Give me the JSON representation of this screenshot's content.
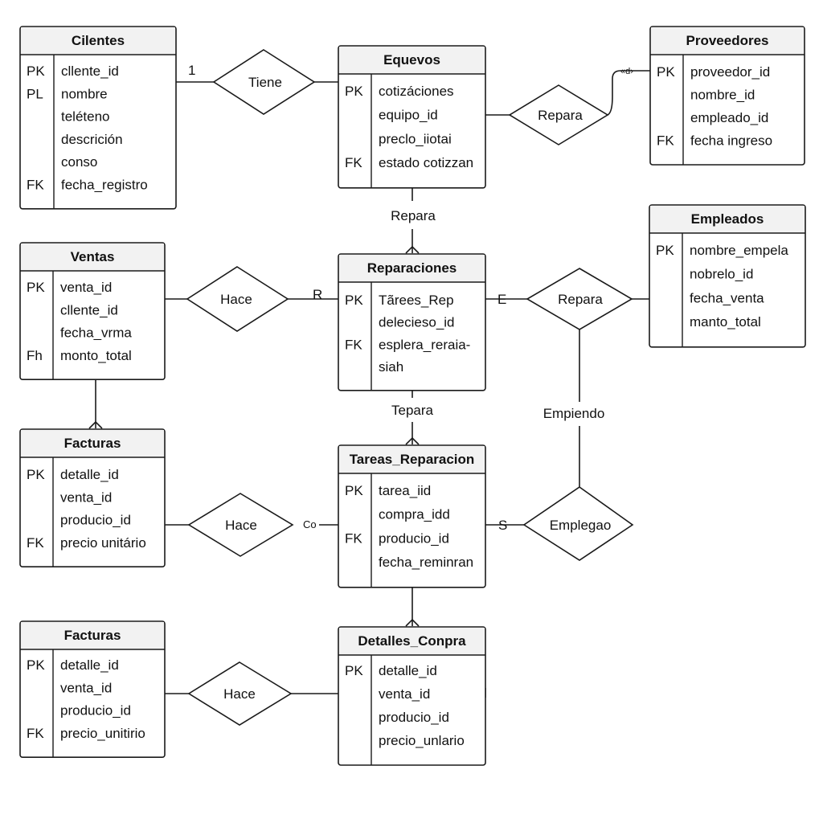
{
  "entities": [
    {
      "title": "Cilentes",
      "attrs": [
        {
          "key": "PK",
          "name": "cllente_id"
        },
        {
          "key": "PL",
          "name": "nombre"
        },
        {
          "key": "",
          "name": "teléteno"
        },
        {
          "key": "",
          "name": "descrición"
        },
        {
          "key": "",
          "name": "conso"
        },
        {
          "key": "FK",
          "name": "fecha_registro"
        }
      ]
    },
    {
      "title": "Equevos",
      "attrs": [
        {
          "key": "PK",
          "name": "cotizáciones"
        },
        {
          "key": "",
          "name": "equipo_id"
        },
        {
          "key": "",
          "name": "preclo_iiotai"
        },
        {
          "key": "FK",
          "name": "estado cotizzan"
        }
      ]
    },
    {
      "title": "Proveedores",
      "attrs": [
        {
          "key": "PK",
          "name": "proveedor_id"
        },
        {
          "key": "",
          "name": "nombre_id"
        },
        {
          "key": "",
          "name": "empleado_id"
        },
        {
          "key": "FK",
          "name": "fecha ingreso"
        }
      ]
    },
    {
      "title": "Empleados",
      "attrs": [
        {
          "key": "PK",
          "name": "nombre_empela"
        },
        {
          "key": "",
          "name": "nobrelo_id"
        },
        {
          "key": "",
          "name": "fecha_venta"
        },
        {
          "key": "",
          "name": "manto_total"
        }
      ]
    },
    {
      "title": "Ventas",
      "attrs": [
        {
          "key": "PK",
          "name": "venta_id"
        },
        {
          "key": "",
          "name": "cllente_id"
        },
        {
          "key": "",
          "name": "fecha_vrma"
        },
        {
          "key": "Fh",
          "name": "monto_total"
        }
      ]
    },
    {
      "title": "Reparaciones",
      "attrs": [
        {
          "key": "PK",
          "name": "Tãrees_Rep"
        },
        {
          "key": "",
          "name": "delecieso_id"
        },
        {
          "key": "FK",
          "name": "esplera_reraia-"
        },
        {
          "key": "",
          "name": "siah"
        }
      ]
    },
    {
      "title": "Facturas",
      "attrs": [
        {
          "key": "PK",
          "name": "detalle_id"
        },
        {
          "key": "",
          "name": "venta_id"
        },
        {
          "key": "",
          "name": "producio_id"
        },
        {
          "key": "FK",
          "name": "precio unitário"
        }
      ]
    },
    {
      "title": "Tareas_Reparacion",
      "attrs": [
        {
          "key": "PK",
          "name": "tarea_iid"
        },
        {
          "key": "",
          "name": "compra_idd"
        },
        {
          "key": "FK",
          "name": "producio_id"
        },
        {
          "key": "",
          "name": "fecha_reminran"
        }
      ]
    },
    {
      "title": "Facturas",
      "attrs": [
        {
          "key": "PK",
          "name": "detalle_id"
        },
        {
          "key": "",
          "name": "venta_id"
        },
        {
          "key": "",
          "name": "producio_id"
        },
        {
          "key": "FK",
          "name": "precio_unitirio"
        }
      ]
    },
    {
      "title": "Detalles_Conpra",
      "attrs": [
        {
          "key": "PK",
          "name": "detalle_id"
        },
        {
          "key": "",
          "name": "venta_id"
        },
        {
          "key": "",
          "name": "producio_id"
        },
        {
          "key": "",
          "name": "precio_unlario"
        }
      ]
    }
  ],
  "relationships": [
    "Tiene",
    "Repara",
    "Repara",
    "Hace",
    "Hace",
    "Emplegao",
    "Hace"
  ],
  "connector_labels": [
    "1",
    "Repara",
    "R",
    "E",
    "Tepara",
    "Empiendo",
    "Co",
    "S",
    "«d›"
  ]
}
